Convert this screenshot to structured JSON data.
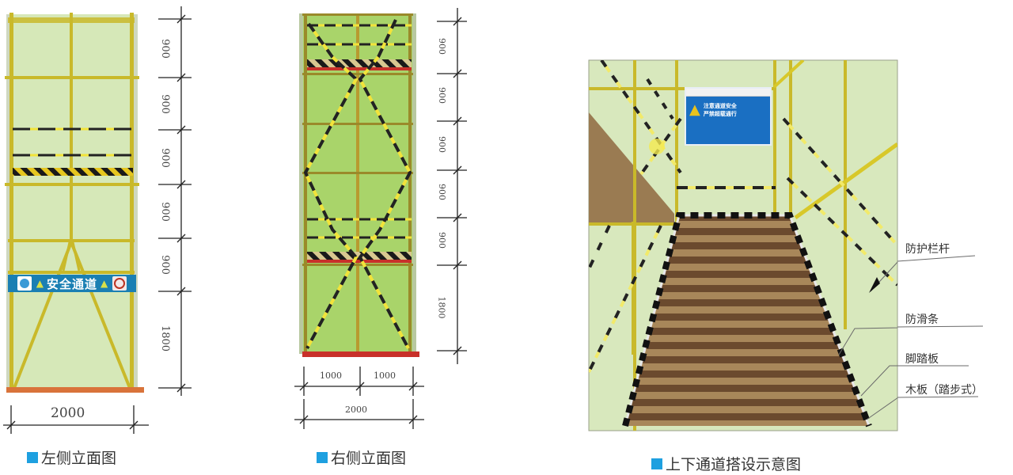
{
  "figures": {
    "left": {
      "caption": "左侧立面图",
      "banner_text": "安全通道",
      "vertical_dims": [
        "900",
        "900",
        "900",
        "900",
        "900",
        "1800"
      ],
      "horizontal_dims": [
        "2000"
      ]
    },
    "right": {
      "caption": "右侧立面图",
      "vertical_dims": [
        "900",
        "900",
        "900",
        "900",
        "900",
        "1800"
      ],
      "horizontal_dims_top": [
        "1000",
        "1000"
      ],
      "horizontal_dims_bottom": [
        "2000"
      ]
    },
    "perspective": {
      "caption": "上下通道搭设示意图",
      "sign_text_line1": "注意通道安全",
      "sign_text_line2": "严禁超载通行",
      "callouts": [
        "防护栏杆",
        "防滑条",
        "脚踏板",
        "木板（踏步式）"
      ]
    }
  },
  "colors": {
    "panel_green": "#d4e6b5",
    "panel_green_right": "#a9d46a",
    "pipe_yellow": "#c9b92a",
    "base_orange": "#d9733a",
    "base_red": "#c8302a",
    "caption_square": "#1ea0e0",
    "banner_blue": "#1a7fb3",
    "stair_dark": "#6b4a2e",
    "stair_light": "#a8875a"
  }
}
